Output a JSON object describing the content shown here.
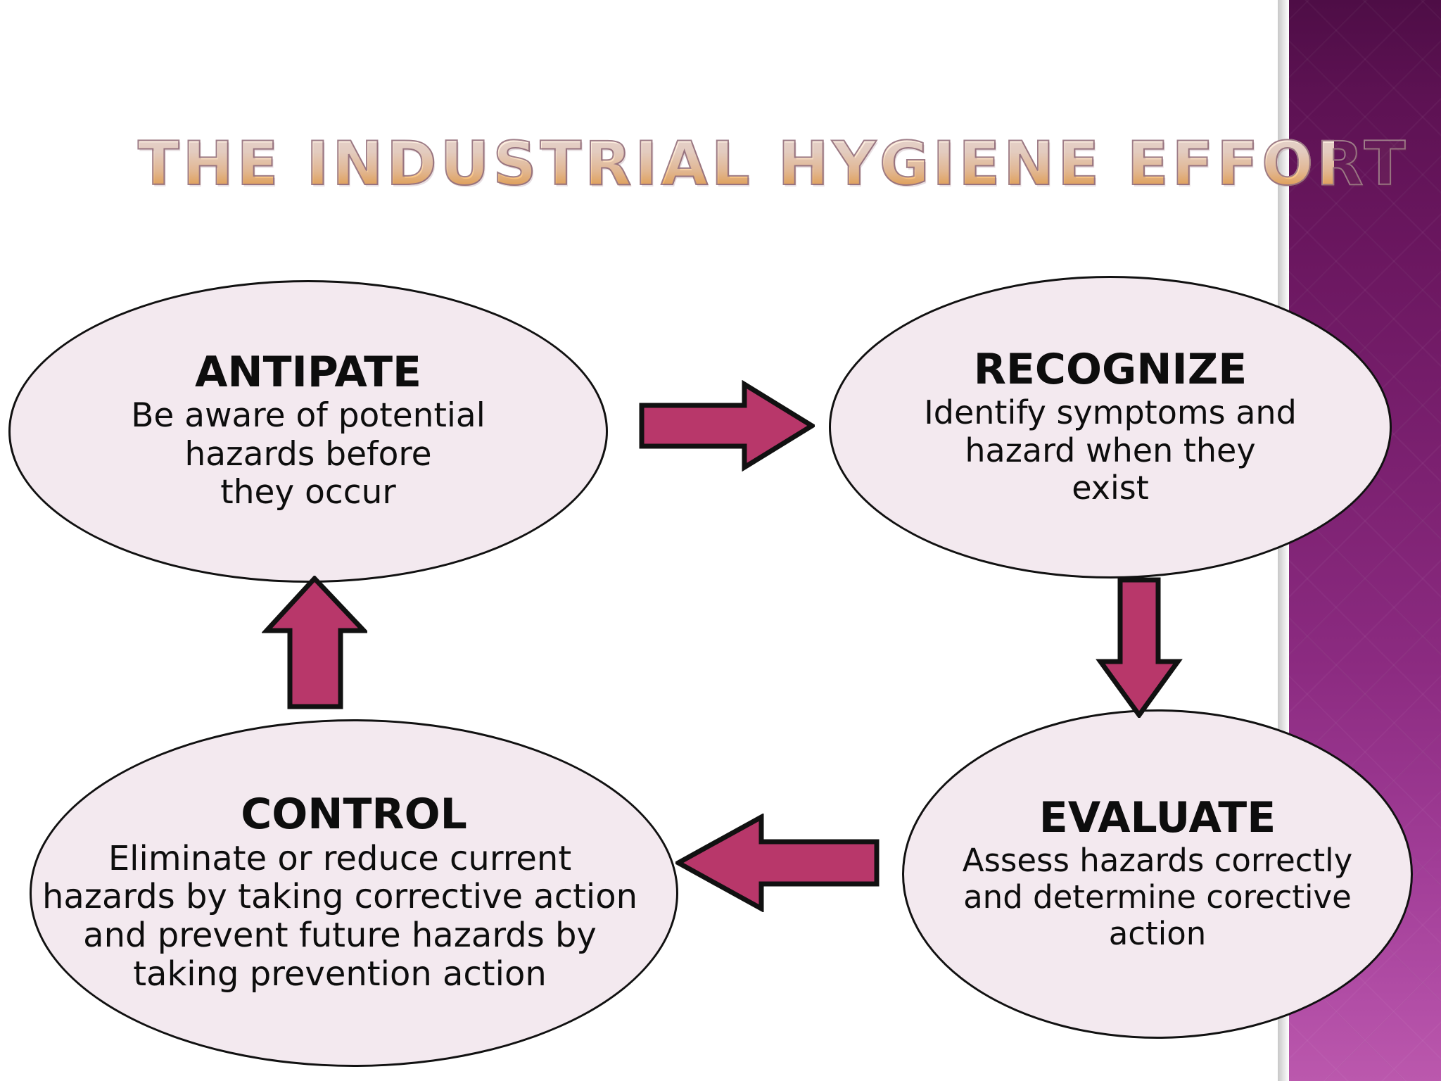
{
  "slide": {
    "title": "THE INDUSTRIAL HYGIENE EFFORT",
    "accent_band_color_top": "#4e0d46",
    "accent_band_color_bottom": "#bb58ad",
    "ellipse_fill": "#f3e9ef",
    "ellipse_stroke": "#111111",
    "arrow_fill": "#b8376a",
    "arrow_stroke": "#111111",
    "title_gradient_top": "#fdf1e6",
    "title_gradient_bottom": "#f7b65f",
    "title_outline": "#9e7d88",
    "background": "#ffffff"
  },
  "nodes": [
    {
      "id": "anticipate",
      "heading": "ANTIPATE",
      "body": "Be aware of potential\nhazards before\nthey occur"
    },
    {
      "id": "recognize",
      "heading": "RECOGNIZE",
      "body": "Identify symptoms and\nhazard when they\nexist"
    },
    {
      "id": "evaluate",
      "heading": "EVALUATE",
      "body": "Assess hazards correctly\nand determine corective\naction"
    },
    {
      "id": "control",
      "heading": "CONTROL",
      "body": "Eliminate or reduce current\nhazards by taking corrective action\nand prevent future hazards by\ntaking prevention action"
    }
  ],
  "arrows": [
    {
      "id": "anticipate-to-recognize",
      "direction": "right"
    },
    {
      "id": "recognize-to-evaluate",
      "direction": "down"
    },
    {
      "id": "evaluate-to-control",
      "direction": "left"
    },
    {
      "id": "control-to-anticipate",
      "direction": "up"
    }
  ]
}
